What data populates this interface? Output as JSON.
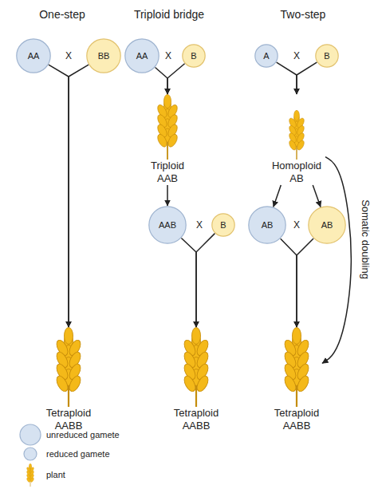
{
  "diagram": {
    "nodes": [
      {
        "text": [
          "AA"
        ]
      },
      {
        "text": [
          "BB"
        ]
      },
      {
        "text": [
          "AA"
        ]
      },
      {
        "text": [
          "B"
        ]
      },
      {
        "text": [
          "A"
        ]
      },
      {
        "text": [
          "B"
        ]
      },
      {
        "text": [
          "Triploid",
          "AAB"
        ]
      },
      {
        "text": [
          "Homoploid",
          "AB"
        ]
      },
      {
        "text": [
          "AAB"
        ]
      },
      {
        "text": [
          "B"
        ]
      },
      {
        "text": [
          "AB"
        ]
      },
      {
        "text": [
          "AB"
        ]
      },
      {
        "text": [
          "Tetraploid",
          "AABB"
        ]
      },
      {
        "text": [
          "Tetraploid",
          "AABB"
        ]
      },
      {
        "text": [
          "Tetraploid",
          "AABB"
        ]
      }
    ],
    "edges": [
      {
        "from": 0,
        "to": 12,
        "arrow": "to"
      },
      {
        "from": 1,
        "to": 12,
        "arrow": "to"
      },
      {
        "from": 2,
        "to": 6,
        "arrow": "to"
      },
      {
        "from": 3,
        "to": 6,
        "arrow": "to"
      },
      {
        "from": 4,
        "to": 7,
        "arrow": "to"
      },
      {
        "from": 5,
        "to": 7,
        "arrow": "to"
      },
      {
        "from": 6,
        "to": 8,
        "arrow": "to"
      },
      {
        "from": 8,
        "to": 13,
        "arrow": "to"
      },
      {
        "from": 9,
        "to": 13,
        "arrow": "to"
      },
      {
        "from": 7,
        "to": 10,
        "arrow": "to"
      },
      {
        "from": 7,
        "to": 11,
        "arrow": "to"
      },
      {
        "from": 10,
        "to": 14,
        "arrow": "to"
      },
      {
        "from": 11,
        "to": 14,
        "arrow": "to"
      },
      {
        "from": 7,
        "to": 14,
        "label": "Somatic doubling",
        "arrow": "to"
      }
    ],
    "labels": [
      "One-step",
      "Triploid bridge",
      "Two-step",
      "X",
      "X",
      "X",
      "X",
      "X"
    ],
    "legend": [
      {
        "text": "unreduced gamete"
      },
      {
        "text": "reduced gamete"
      },
      {
        "text": "plant"
      }
    ]
  }
}
